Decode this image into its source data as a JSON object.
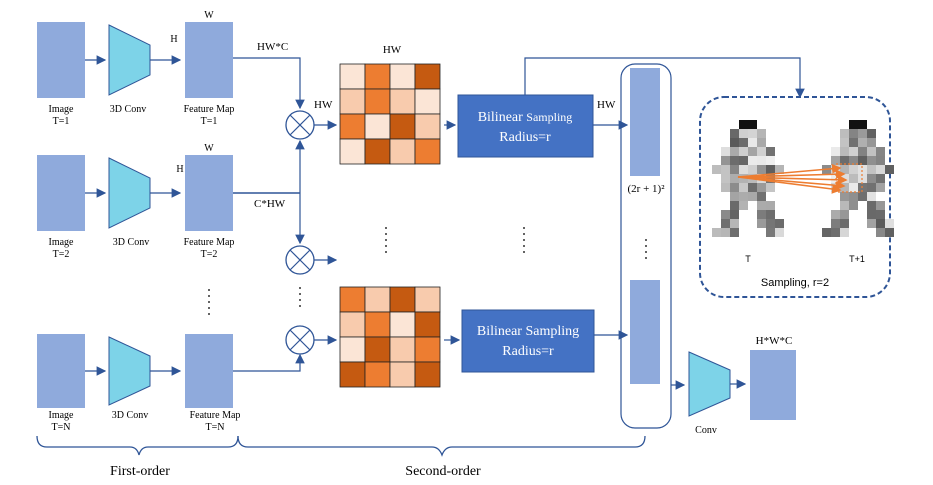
{
  "rows": [
    {
      "image_label": "Image",
      "image_time": "T=1",
      "conv_label": "3D Conv",
      "fm_label": "Feature Map",
      "fm_time": "T=1",
      "fm_w": "W",
      "fm_h": "H"
    },
    {
      "image_label": "Image",
      "image_time": "T=2",
      "conv_label": "3D Conv",
      "fm_label": "Feature Map",
      "fm_time": "T=2",
      "fm_w": "W",
      "fm_h": "H"
    },
    {
      "image_label": "Image",
      "image_time": "T=N",
      "conv_label": "3D Conv",
      "fm_label": "Feature Map",
      "fm_time": "T=N"
    }
  ],
  "edge_labels": {
    "hw_c": "HW*C",
    "c_hw": "C*HW",
    "hw_left": "HW",
    "hw_top": "HW",
    "hw_bilinear_out": "HW"
  },
  "bilinear": [
    {
      "line1_a": "Bilinear ",
      "line1_b": "Sampling",
      "line2": "Radius=r"
    },
    {
      "line1_a": "Bilinear Sampling",
      "line1_b": "",
      "line2": "Radius=r"
    }
  ],
  "vector_label": "(2r + 1)²",
  "sampling_panel": {
    "left_label": "T",
    "right_label": "T+1",
    "caption": "Sampling, r=2"
  },
  "conv": {
    "label": "Conv"
  },
  "output": {
    "label": "H*W*C"
  },
  "braces": {
    "first": "First-order",
    "second": "Second-order"
  },
  "colors": {
    "block": "#8faadc",
    "conv": "#7dd3e8",
    "bilinear": "#4472c4",
    "line": "#2f5597",
    "orange": "#ed7d31"
  },
  "matrix_top": [
    [
      "#fbe5d6",
      "#ed7d31",
      "#fbe5d6",
      "#c55a11"
    ],
    [
      "#f8cbad",
      "#ed7d31",
      "#f8cbad",
      "#fbe5d6"
    ],
    [
      "#ed7d31",
      "#fbe5d6",
      "#c55a11",
      "#f8cbad"
    ],
    [
      "#fbe5d6",
      "#c55a11",
      "#f8cbad",
      "#ed7d31"
    ]
  ],
  "matrix_bottom": [
    [
      "#ed7d31",
      "#f8cbad",
      "#c55a11",
      "#f8cbad"
    ],
    [
      "#f8cbad",
      "#ed7d31",
      "#fbe5d6",
      "#c55a11"
    ],
    [
      "#fbe5d6",
      "#c55a11",
      "#f8cbad",
      "#ed7d31"
    ],
    [
      "#c55a11",
      "#ed7d31",
      "#f8cbad",
      "#c55a11"
    ]
  ]
}
